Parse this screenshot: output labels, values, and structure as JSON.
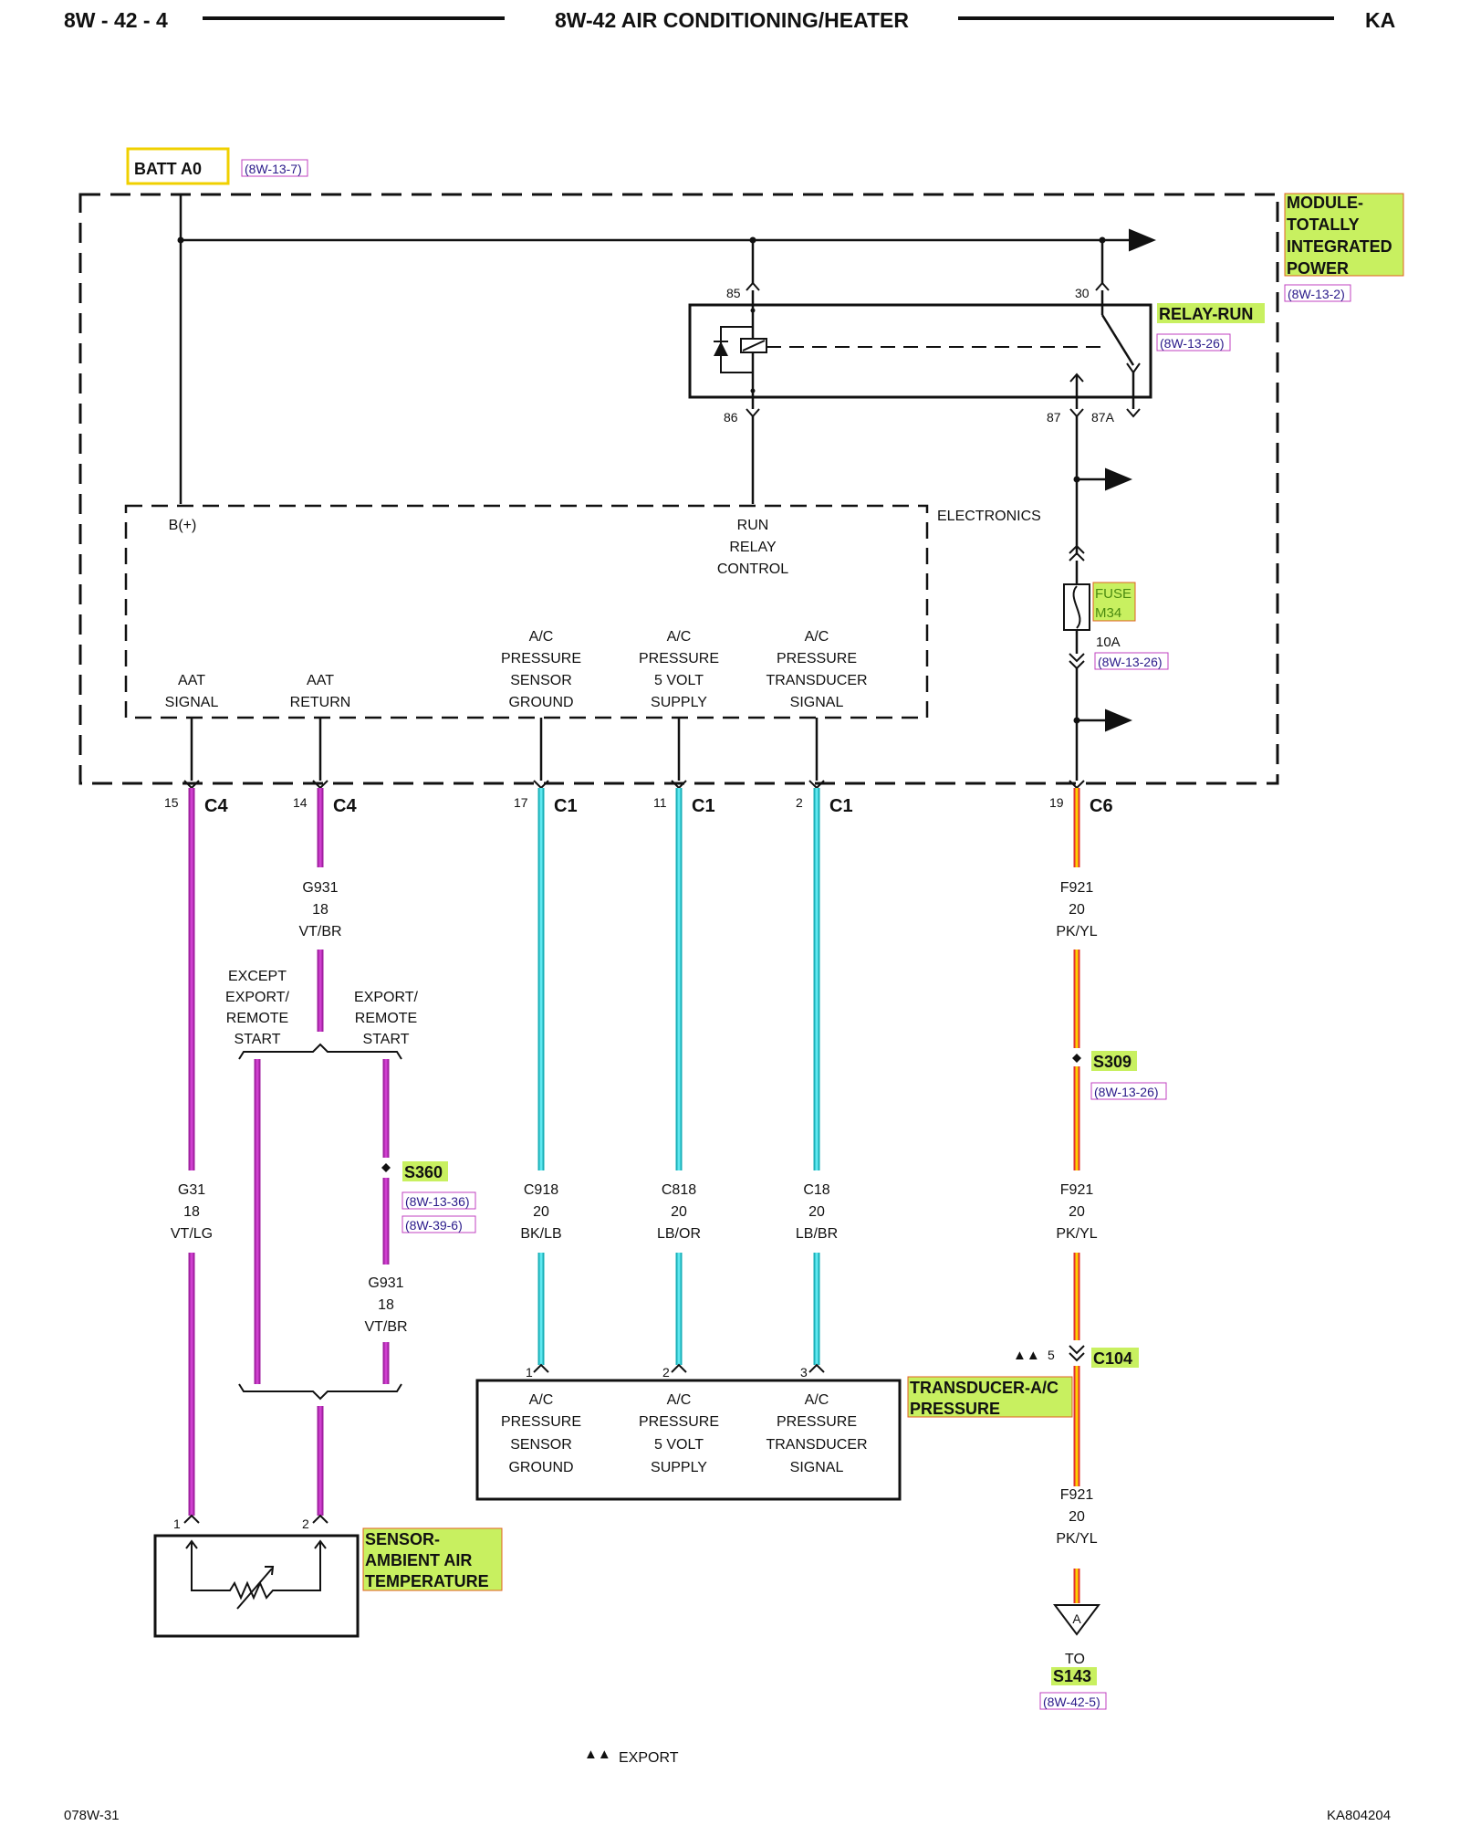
{
  "header": {
    "page_number": "8W - 42 - 4",
    "title": "8W-42 AIR CONDITIONING/HEATER",
    "model": "KA"
  },
  "batt": {
    "label": "BATT A0",
    "ref": "(8W-13-7)"
  },
  "tipm": {
    "name_lines": [
      "MODULE-",
      "TOTALLY",
      "INTEGRATED",
      "POWER"
    ],
    "ref": "(8W-13-2)"
  },
  "relay": {
    "name": "RELAY-RUN",
    "ref": "(8W-13-26)",
    "pins": {
      "p85": "85",
      "p30": "30",
      "p86": "86",
      "p87": "87",
      "p87a": "87A"
    }
  },
  "electronics": {
    "label": "ELECTRONICS",
    "bplus": "B(+)",
    "run_relay_control": [
      "RUN",
      "RELAY",
      "CONTROL"
    ],
    "aat_signal": [
      "AAT",
      "SIGNAL"
    ],
    "aat_return": [
      "AAT",
      "RETURN"
    ],
    "ac_sensor_ground": [
      "A/C",
      "PRESSURE",
      "SENSOR",
      "GROUND"
    ],
    "ac_5v_supply": [
      "A/C",
      "PRESSURE",
      "5 VOLT",
      "SUPPLY"
    ],
    "ac_transducer_signal": [
      "A/C",
      "PRESSURE",
      "TRANSDUCER",
      "SIGNAL"
    ]
  },
  "fuse": {
    "name_lines": [
      "FUSE",
      "M34"
    ],
    "rating": "10A",
    "ref": "(8W-13-26)"
  },
  "connectors": [
    {
      "pin": "15",
      "name": "C4"
    },
    {
      "pin": "14",
      "name": "C4"
    },
    {
      "pin": "17",
      "name": "C1"
    },
    {
      "pin": "11",
      "name": "C1"
    },
    {
      "pin": "2",
      "name": "C1"
    },
    {
      "pin": "19",
      "name": "C6"
    }
  ],
  "wires": {
    "g931_top": [
      "G931",
      "18",
      "VT/BR"
    ],
    "g31": [
      "G31",
      "18",
      "VT/LG"
    ],
    "g931_bottom": [
      "G931",
      "18",
      "VT/BR"
    ],
    "c918": [
      "C918",
      "20",
      "BK/LB"
    ],
    "c818": [
      "C818",
      "20",
      "LB/OR"
    ],
    "c18": [
      "C18",
      "20",
      "LB/BR"
    ],
    "f921_a": [
      "F921",
      "20",
      "PK/YL"
    ],
    "f921_b": [
      "F921",
      "20",
      "PK/YL"
    ],
    "f921_c": [
      "F921",
      "20",
      "PK/YL"
    ]
  },
  "options": {
    "except_export": [
      "EXCEPT",
      "EXPORT/",
      "REMOTE",
      "START"
    ],
    "export": [
      "EXPORT/",
      "REMOTE",
      "START"
    ]
  },
  "splices": {
    "s360": {
      "name": "S360",
      "refs": [
        "(8W-13-36)",
        "(8W-39-6)"
      ]
    },
    "s309": {
      "name": "S309",
      "ref": "(8W-13-26)"
    }
  },
  "c104": {
    "pin": "5",
    "name": "C104",
    "marker": "▲▲"
  },
  "transducer": {
    "name_lines": [
      "TRANSDUCER-A/C",
      "PRESSURE"
    ],
    "pins": [
      "1",
      "2",
      "3"
    ],
    "ground": [
      "A/C",
      "PRESSURE",
      "SENSOR",
      "GROUND"
    ],
    "supply": [
      "A/C",
      "PRESSURE",
      "5 VOLT",
      "SUPPLY"
    ],
    "signal": [
      "A/C",
      "PRESSURE",
      "TRANSDUCER",
      "SIGNAL"
    ]
  },
  "sensor": {
    "name_lines": [
      "SENSOR-",
      "AMBIENT AIR",
      "TEMPERATURE"
    ],
    "pins": [
      "1",
      "2"
    ]
  },
  "offpage": {
    "letter": "A",
    "to": "TO",
    "name": "S143",
    "ref": "(8W-42-5)"
  },
  "legend": {
    "marker": "▲▲",
    "text": "EXPORT"
  },
  "footer": {
    "left": "078W-31",
    "right": "KA804204"
  }
}
